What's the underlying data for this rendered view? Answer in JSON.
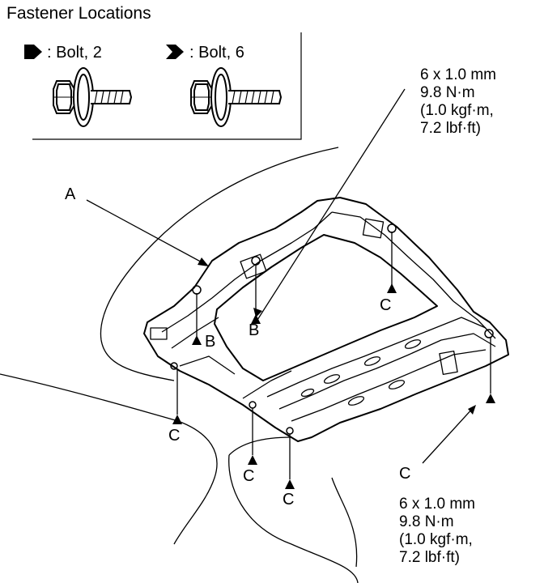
{
  "legend": {
    "title": "Fastener Locations",
    "bolt_b_label": ": Bolt, 2",
    "bolt_c_label": ": Bolt, 6"
  },
  "spec_upper": {
    "size": "6 x 1.0 mm",
    "torque_nm": "9.8 N·m",
    "torque_kgfm": "(1.0 kgf·m,",
    "torque_lbfft": "7.2 lbf·ft)"
  },
  "spec_lower": {
    "letter": "C",
    "size": "6 x 1.0 mm",
    "torque_nm": "9.8 N·m",
    "torque_kgfm": "(1.0 kgf·m,",
    "torque_lbfft": "7.2 lbf·ft)"
  },
  "callouts": {
    "a": "A",
    "b": "B",
    "c": "C"
  }
}
